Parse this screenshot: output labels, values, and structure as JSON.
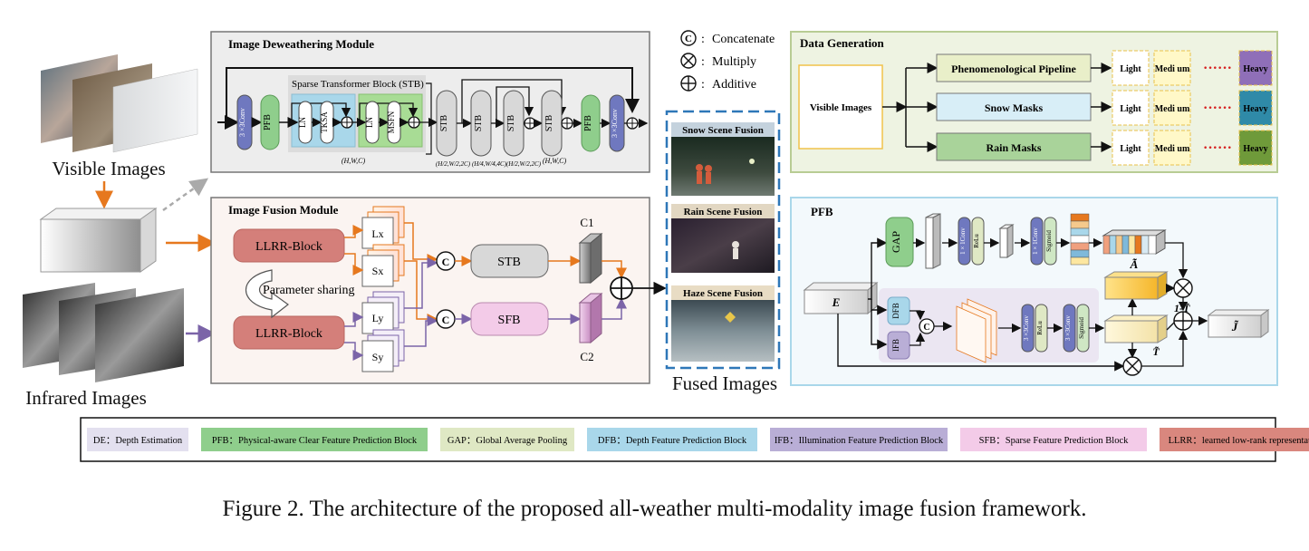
{
  "legend_ops": {
    "concat": "Concatenate",
    "multiply": "Multiply",
    "additive": "Additive",
    "c_symbol": "C"
  },
  "deweather": {
    "title": "Image Deweathering Module",
    "stb_title": "Sparse Transformer Block (STB)",
    "conv_label": "3 ×3Conv",
    "conv_label_right": "3 ×3Conv",
    "pfb": "PFB",
    "ln": "LN",
    "tksa": "TKSA",
    "msfn": "MSFN",
    "stb": "STB",
    "dim_full": "(H,W,C)",
    "dim_half": "(H/2,W/2,2C)",
    "dim_quarter": "(H/4,W/4,4C)"
  },
  "left": {
    "visible_label": "Visible Images",
    "infrared_label": "Infrared Images"
  },
  "fusion": {
    "title": "Image Fusion Module",
    "llrr": "LLRR-Block",
    "param_sharing": "Parameter sharing",
    "lx": "Lx",
    "sx": "Sx",
    "ly": "Ly",
    "sy": "Sy",
    "stb": "STB",
    "sfb": "SFB",
    "c1": "C1",
    "c2": "C2"
  },
  "fused": {
    "snow": "Snow Scene Fusion",
    "rain": "Rain Scene Fusion",
    "haze": "Haze Scene Fusion",
    "label": "Fused Images"
  },
  "datagen": {
    "title": "Data Generation",
    "source": "Visible Images",
    "pipelines": [
      "Phenomenological Pipeline",
      "Snow Masks",
      "Rain Masks"
    ],
    "light": "Light",
    "medium": "Medi um",
    "heavy": "Heavy",
    "dots": "······"
  },
  "pfb": {
    "title": "PFB",
    "gap": "GAP",
    "e": "E",
    "dfb": "DFB",
    "ifb": "IFB",
    "conv1": "1 × 1Conv",
    "relu": "ReLu",
    "sigmoid": "Sigmoid",
    "conv3": "3 ×3Conv",
    "a_tilde": "Ã",
    "one_minus_t": "1-T̃",
    "t_tilde": "T̃",
    "j_tilde": "J̃"
  },
  "abbrev": [
    {
      "text": "DE：Depth Estimation",
      "color": "#e3e0ef"
    },
    {
      "text": "PFB：Physical-aware Clear Feature Prediction Block",
      "color": "#8fce8c"
    },
    {
      "text": "GAP：Global Average Pooling",
      "color": "#dfe8c4"
    },
    {
      "text": "DFB：Depth Feature Prediction Block",
      "color": "#a9d7ea"
    },
    {
      "text": "IFB：Illumination Feature Prediction Block",
      "color": "#b9aed6"
    },
    {
      "text": "SFB：Sparse Feature Prediction Block",
      "color": "#f3cbe8"
    },
    {
      "text": "LLRR：learned low-rank representation",
      "color": "#d9877e"
    }
  ],
  "caption": "Figure 2. The architecture of the proposed all-weather multi-modality image fusion framework.",
  "colors": {
    "orange": "#e6781e",
    "purple": "#7b64a8",
    "llrr": "#d47f7a",
    "gray_box": "#ededed",
    "fusion_bg": "#fbf4f1",
    "datagen_bg": "#eef3e2",
    "datagen_border": "#b8cc94",
    "pfb_border": "#a9d7ea",
    "pfb_bg": "#f3f9fc"
  }
}
